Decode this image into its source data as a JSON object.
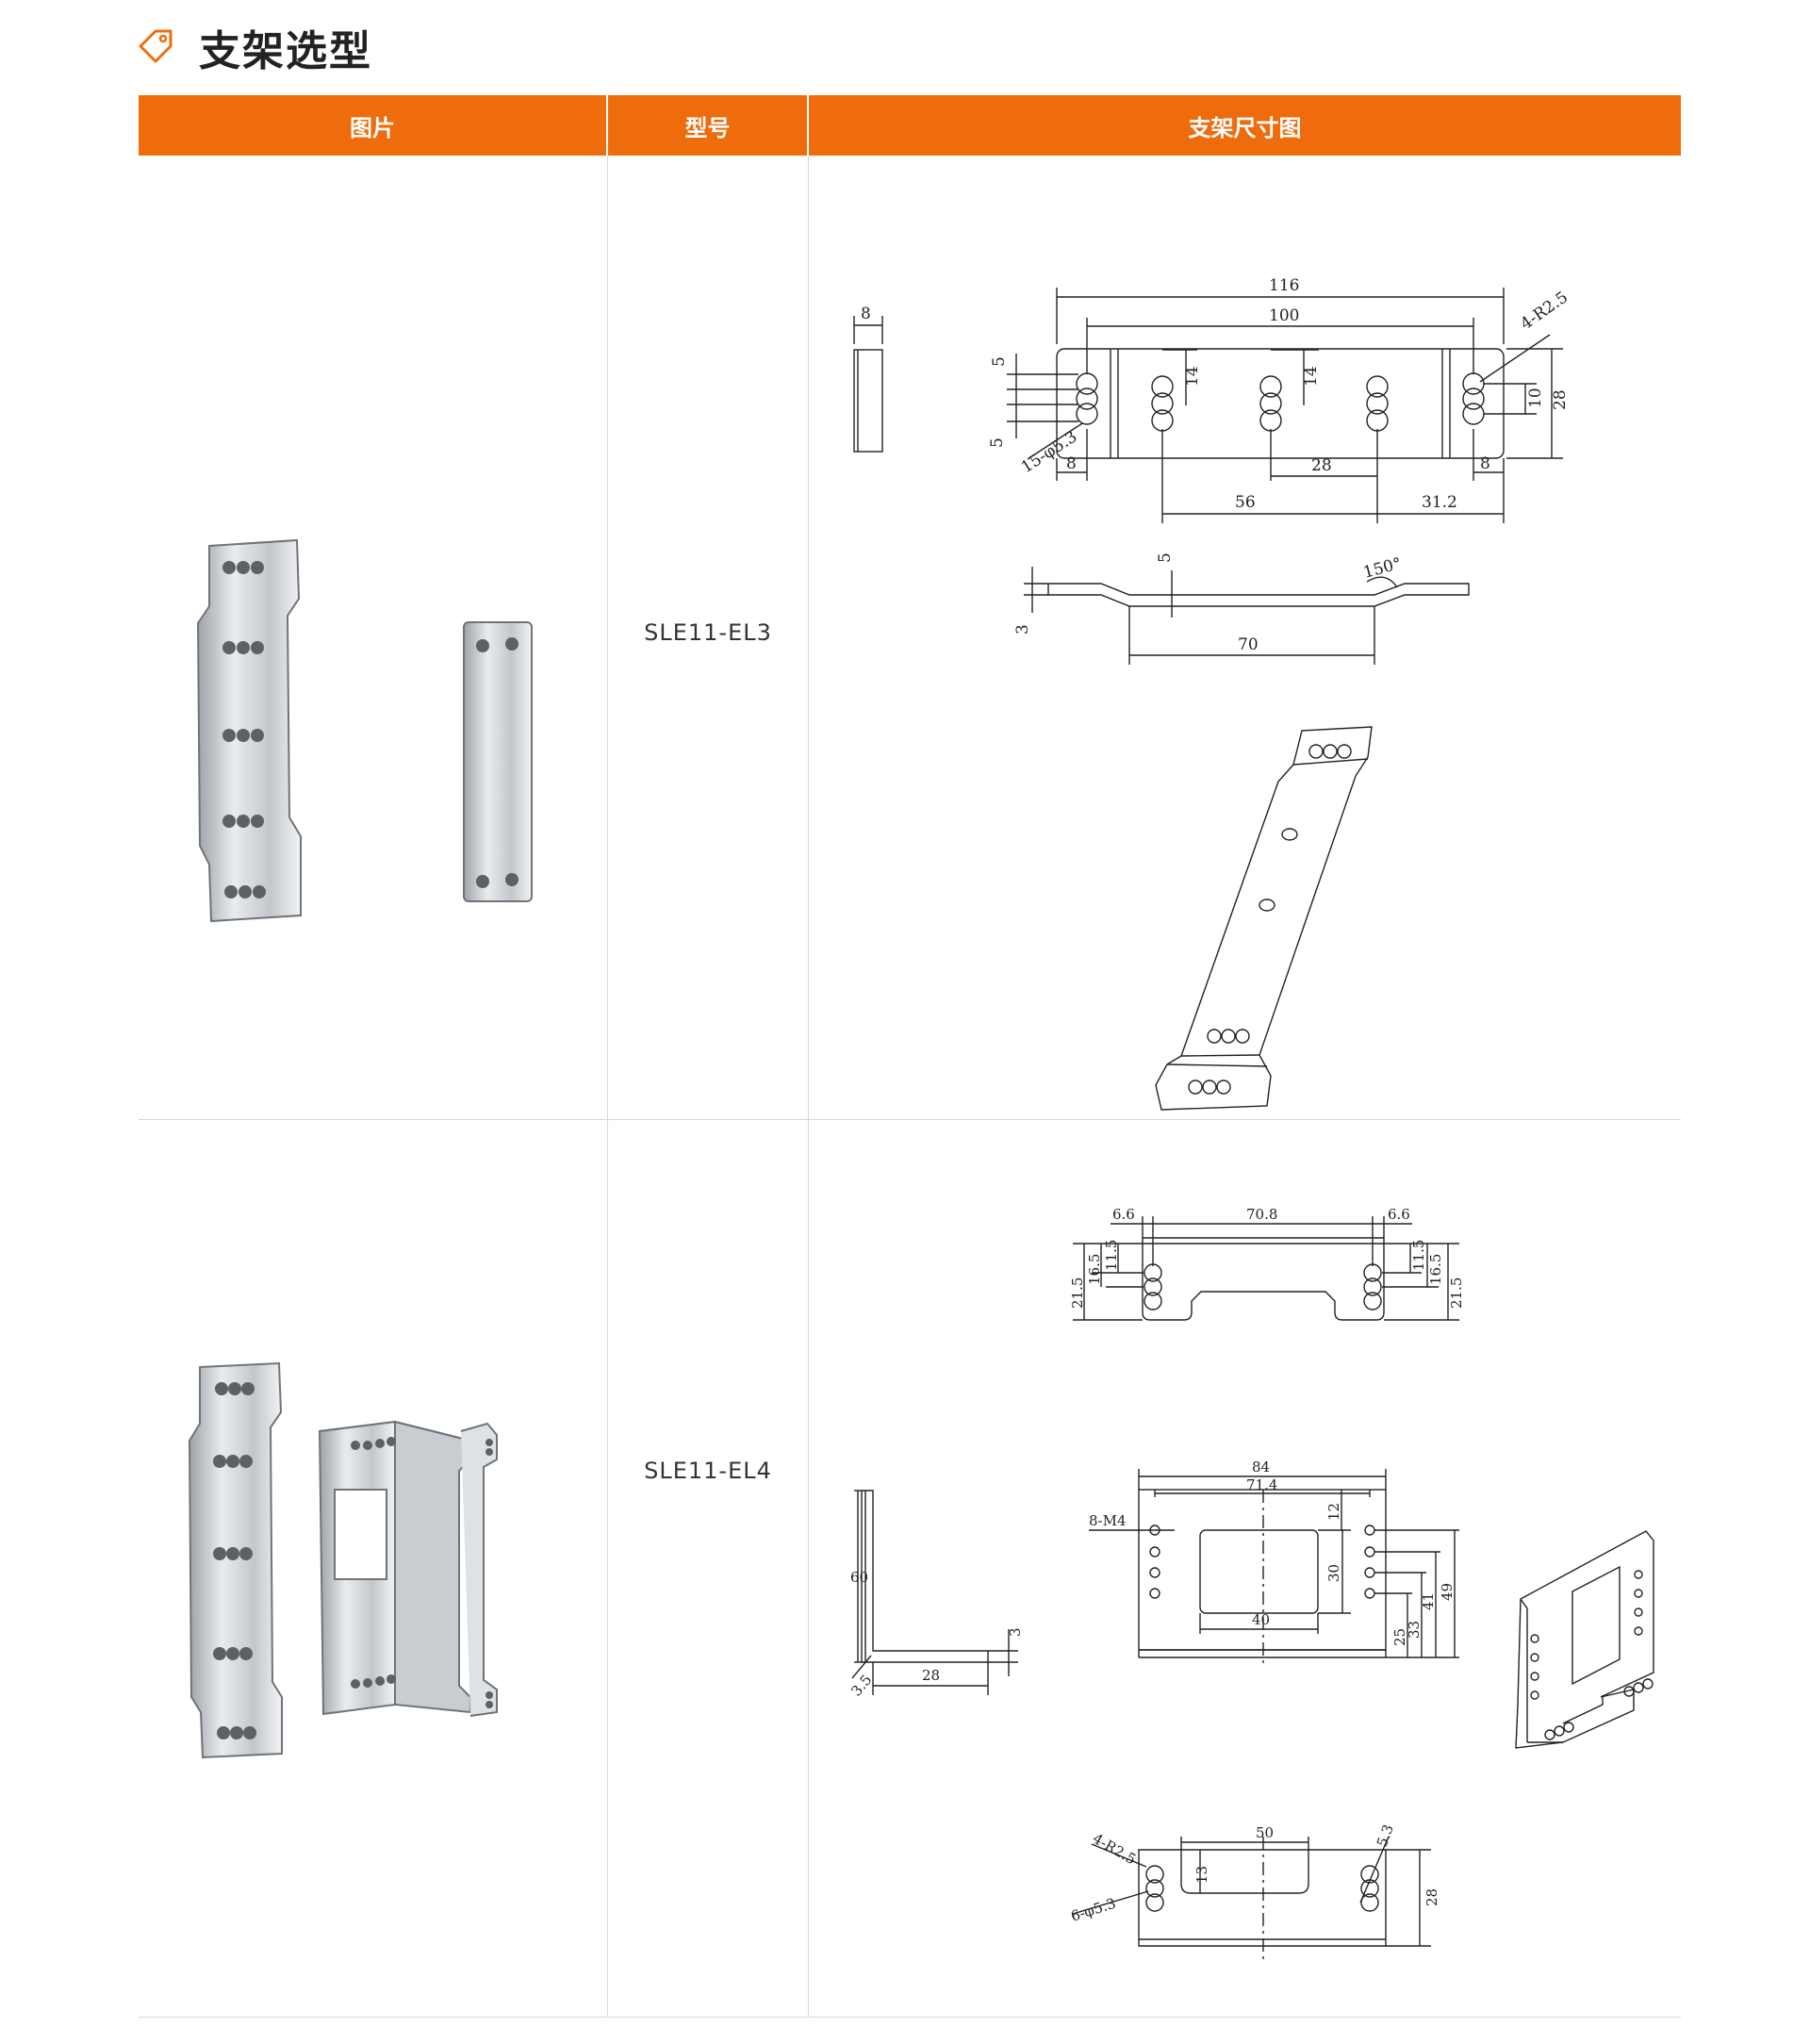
{
  "header": {
    "title": "支架选型",
    "icon": "tag-icon",
    "accent": "#ee6c0b"
  },
  "table": {
    "columns": [
      "图片",
      "型号",
      "支架尺寸图"
    ],
    "rows": [
      {
        "model": "SLE11-EL3",
        "dims": {
          "top_8": "8",
          "len_116": "116",
          "len_100": "100",
          "r25": "4-R2.5",
          "d5a": "5",
          "d5b": "5",
          "d14a": "14",
          "d14b": "14",
          "holes": "15-φ5.3",
          "d10": "10",
          "d28": "28",
          "b8a": "8",
          "b28": "28",
          "b8b": "8",
          "b56": "56",
          "b312": "31.2",
          "s5": "5",
          "s150": "150°",
          "s3": "3",
          "s70": "70"
        }
      },
      {
        "model": "SLE11-EL4",
        "dims": {
          "t66a": "6.6",
          "t708": "70.8",
          "t66b": "6.6",
          "l215": "21.5",
          "l165": "16.5",
          "l115": "11.5",
          "r115": "11.5",
          "r165": "16.5",
          "r215": "21.5",
          "side60": "60",
          "side3": "3",
          "side35": "3.5",
          "side28": "28",
          "f84": "84",
          "f714": "71.4",
          "f8m4": "8-M4",
          "f12": "12",
          "f30": "30",
          "f40": "40",
          "f25": "25",
          "f33": "33",
          "f41": "41",
          "f49": "49",
          "bR": "4-R2.5",
          "b50": "50",
          "b53": "5.3",
          "bHoles": "6-φ5.3",
          "b13": "13",
          "b28": "28"
        }
      }
    ]
  }
}
